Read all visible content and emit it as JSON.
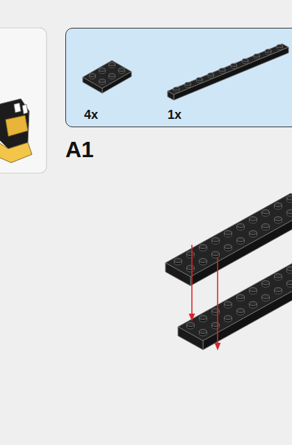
{
  "diagram": {
    "nodes": [
      {
        "text": [
          "4x",
          "1x"
        ]
      }
    ],
    "labels": [
      "A1"
    ]
  }
}
